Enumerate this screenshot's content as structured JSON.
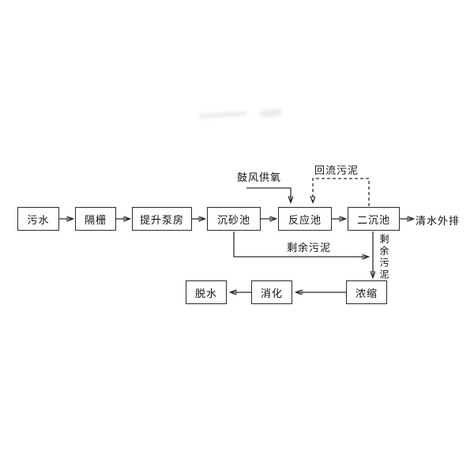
{
  "diagram": {
    "type": "process-flowchart",
    "subject": "wastewater-treatment-flow",
    "nodes": {
      "sewage": {
        "label": "污水"
      },
      "screen": {
        "label": "隔栅"
      },
      "pump_house": {
        "label": "提升泵房"
      },
      "grit_chamber": {
        "label": "沉砂池"
      },
      "reaction_tank": {
        "label": "反应池"
      },
      "secondary_clarifier": {
        "label": "二沉池"
      },
      "thickener": {
        "label": "浓缩"
      },
      "digestion": {
        "label": "消化"
      },
      "dewatering": {
        "label": "脱水"
      }
    },
    "flow_labels": {
      "blower_oxygen": "鼓风供氧",
      "return_sludge": "回流污泥",
      "surplus_sludge": "剩余污泥",
      "surplus_sludge_vertical": "剩余污泥",
      "effluent_discharge": "清水外排"
    },
    "colors": {
      "background": "#ffffff",
      "line": "#2b2b2b",
      "box_border": "#2b2b2b",
      "text": "#111111"
    }
  }
}
